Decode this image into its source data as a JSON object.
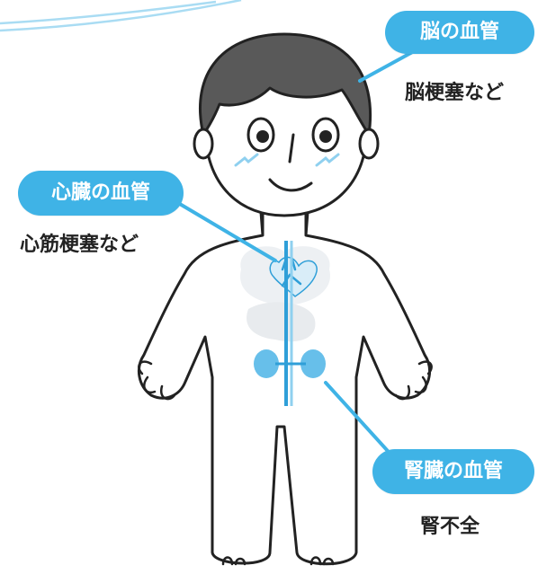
{
  "labels": {
    "brain": {
      "title": "脳の血管",
      "condition": "脳梗塞など"
    },
    "heart": {
      "title": "心臓の血管",
      "condition": "心筋梗塞など"
    },
    "kidney": {
      "title": "腎臓の血管",
      "condition": "腎不全"
    }
  },
  "colors": {
    "accent": "#3fb3e6",
    "outline": "#222222",
    "hair": "#595959",
    "organ": "#e9edf0",
    "vessel": "#2f9fd8"
  }
}
